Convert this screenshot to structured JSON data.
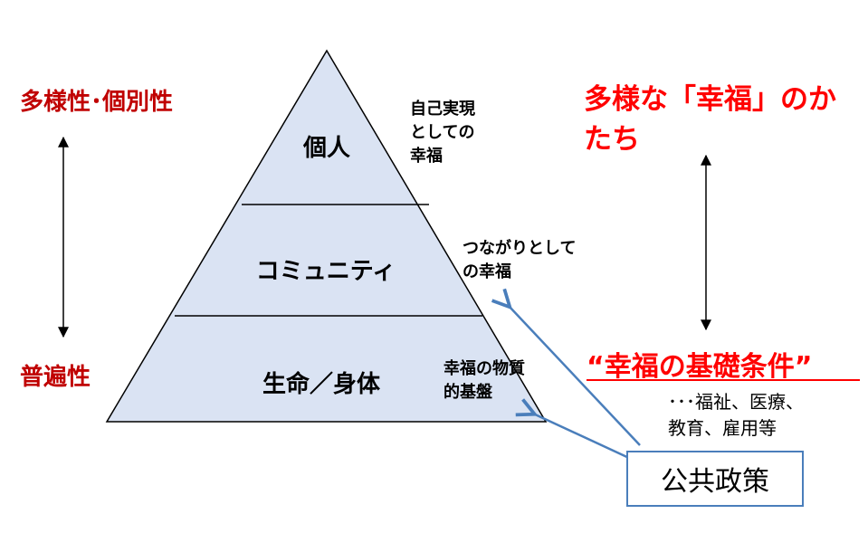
{
  "left": {
    "top_label": "多様性･個別性",
    "bottom_label": "普遍性"
  },
  "pyramid": {
    "layers": [
      {
        "label": "個人",
        "note": "自己実現\nとしての\n幸福"
      },
      {
        "label": "コミュニティ",
        "note": "つながりとして\nの幸福"
      },
      {
        "label": "生命／身体",
        "note": "幸福の物質\n的基盤"
      }
    ],
    "fill": "#dae3f3",
    "stroke": "#000000"
  },
  "right": {
    "top_label": "多様な「幸福」のかたち",
    "basic_conditions": "“幸福の基礎条件”",
    "conditions_detail": "･･･福祉、医療、\n教育、雇用等"
  },
  "policy": {
    "label": "公共政策",
    "arrow_color": "#4a7ebb"
  },
  "colors": {
    "dark_red": "#c00000",
    "red": "#ff0000"
  }
}
